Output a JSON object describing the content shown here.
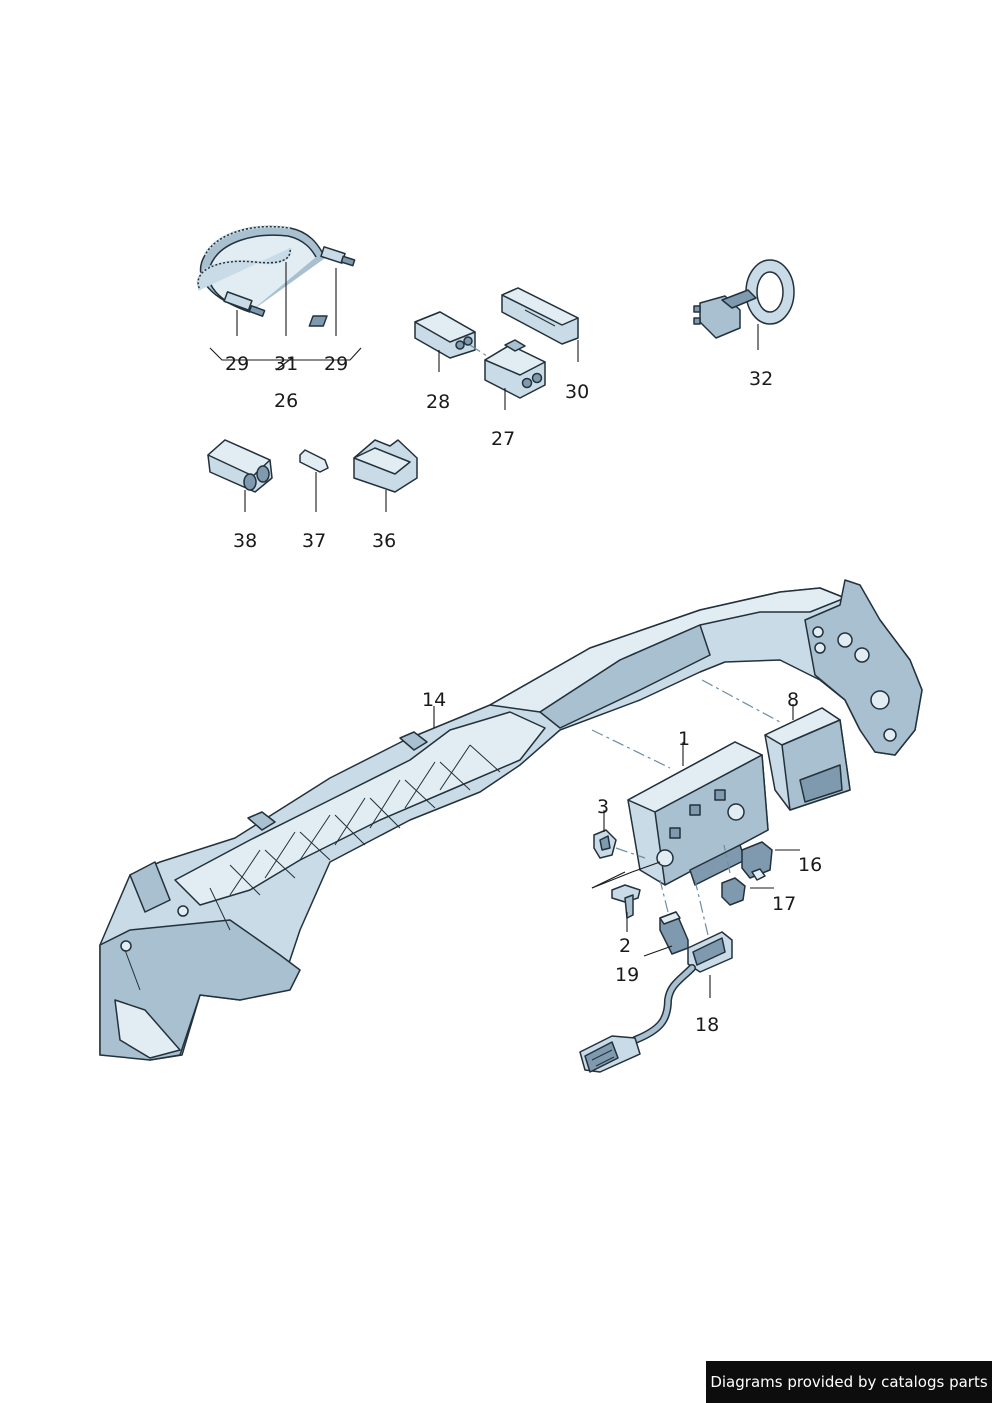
{
  "callouts": {
    "c29a": "29",
    "c31": "31",
    "c29b": "29",
    "c26": "26",
    "c28": "28",
    "c27": "27",
    "c30": "30",
    "c32": "32",
    "c38": "38",
    "c37": "37",
    "c36": "36",
    "c14": "14",
    "c8": "8",
    "c1": "1",
    "c3": "3",
    "c16": "16",
    "c17": "17",
    "c2": "2",
    "c19": "19",
    "c18": "18"
  },
  "credit": "Diagrams provided by catalogs parts",
  "colors": {
    "part_fill": "#c9dbe6",
    "outline": "#22313b",
    "credit_bg": "#0d0d0d"
  }
}
